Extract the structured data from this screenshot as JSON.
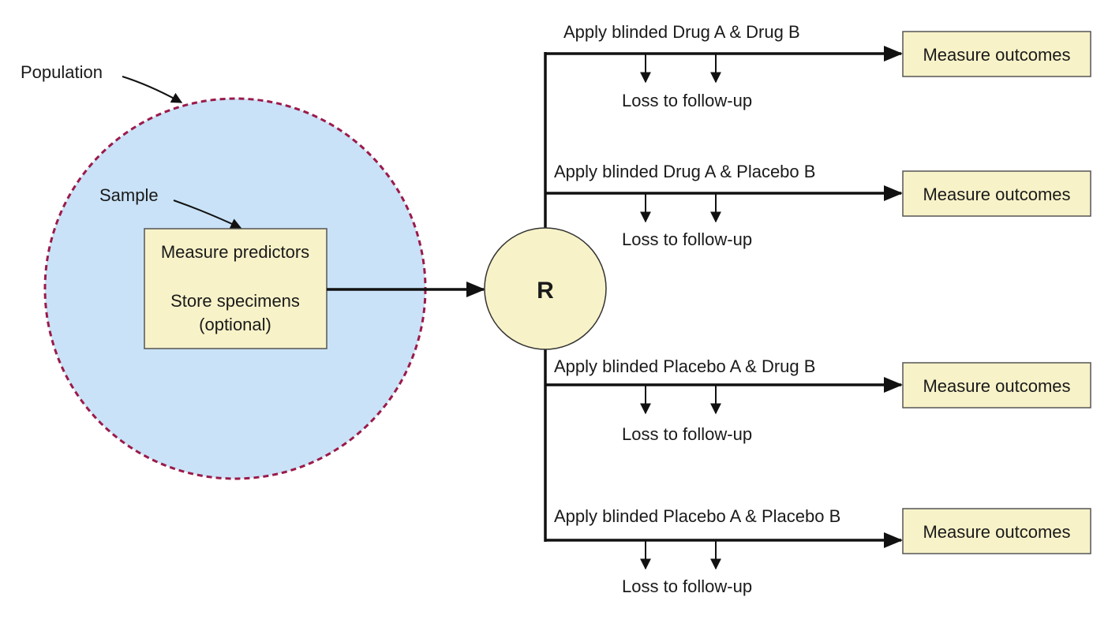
{
  "population_label": "Population",
  "sample_label": "Sample",
  "sample_box": {
    "line1": "Measure predictors",
    "line2": "Store specimens",
    "line3": "(optional)"
  },
  "randomization_label": "R",
  "arms": [
    {
      "treatment": "Apply blinded Drug A & Drug B",
      "loss": "Loss to follow-up",
      "outcome": "Measure outcomes"
    },
    {
      "treatment": "Apply blinded Drug A & Placebo B",
      "loss": "Loss to follow-up",
      "outcome": "Measure outcomes"
    },
    {
      "treatment": "Apply blinded Placebo A & Drug B",
      "loss": "Loss to follow-up",
      "outcome": "Measure outcomes"
    },
    {
      "treatment": "Apply blinded Placebo A & Placebo B",
      "loss": "Loss to follow-up",
      "outcome": "Measure outcomes"
    }
  ],
  "colors": {
    "population_fill": "#c9e2f7",
    "population_border": "#9b1a4a",
    "box_fill": "#f7f2c8",
    "r_fill": "#f7f2c8",
    "line": "#111111"
  }
}
